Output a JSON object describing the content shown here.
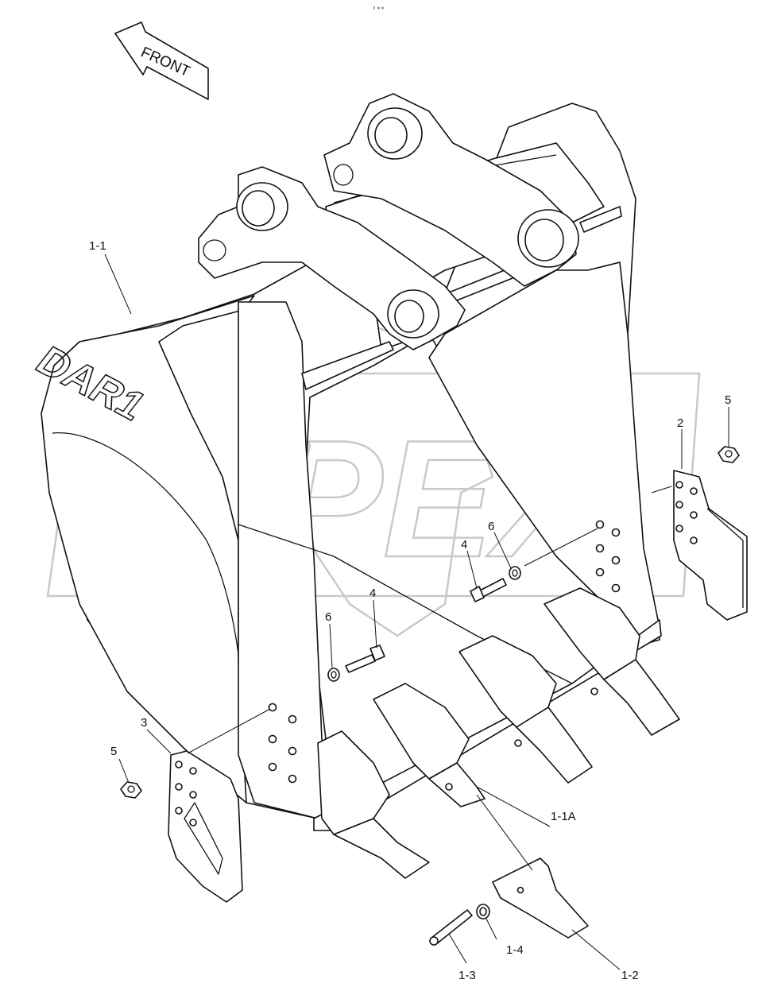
{
  "diagram": {
    "header_mark": "‖ ∗∗",
    "direction_label": "FRONT",
    "brand_mark": "DAR1",
    "watermark": "OPEX",
    "callouts": [
      {
        "id": "1-1",
        "label": "1-1"
      },
      {
        "id": "1-1A",
        "label": "1-1A"
      },
      {
        "id": "1-2",
        "label": "1-2"
      },
      {
        "id": "1-3",
        "label": "1-3"
      },
      {
        "id": "1-4",
        "label": "1-4"
      },
      {
        "id": "2",
        "label": "2"
      },
      {
        "id": "3",
        "label": "3"
      },
      {
        "id": "4a",
        "label": "4"
      },
      {
        "id": "4b",
        "label": "4"
      },
      {
        "id": "5a",
        "label": "5"
      },
      {
        "id": "5b",
        "label": "5"
      },
      {
        "id": "6a",
        "label": "6"
      },
      {
        "id": "6b",
        "label": "6"
      }
    ]
  }
}
